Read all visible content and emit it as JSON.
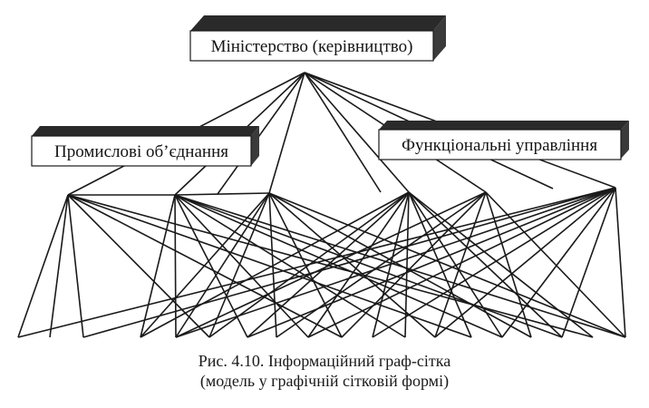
{
  "diagram": {
    "ministry_label": "Міністерство (керівництво)",
    "industrial_label": "Промислові об’єднання",
    "functional_label": "Функціональні управління",
    "caption_line_1": "Рис. 4.10. Інформаційний граф-сітка",
    "caption_line_2": "(модель у графічній сітковій формі)"
  },
  "colors": {
    "line": "#1a1a1a",
    "box_face": "#ffffff",
    "box_top": "#2a2a2a",
    "box_side": "#3a3a3a"
  }
}
